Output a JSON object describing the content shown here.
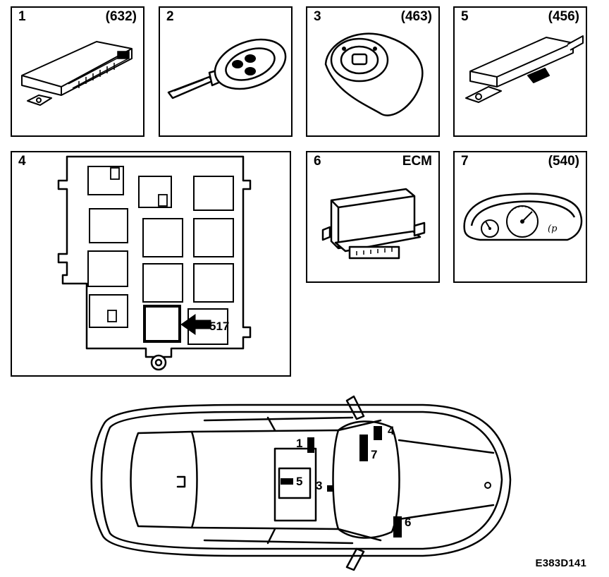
{
  "panels": [
    {
      "number": "1",
      "code": "(632)"
    },
    {
      "number": "2",
      "code": ""
    },
    {
      "number": "3",
      "code": "(463)"
    },
    {
      "number": "5",
      "code": "(456)"
    },
    {
      "number": "4",
      "code": ""
    },
    {
      "number": "6",
      "code": "ECM"
    },
    {
      "number": "7",
      "code": "(540)"
    }
  ],
  "fuse_box": {
    "callout": "517"
  },
  "car_locations": [
    "1",
    "7",
    "4",
    "5",
    "3",
    "6"
  ],
  "figure_id": "E383D141"
}
